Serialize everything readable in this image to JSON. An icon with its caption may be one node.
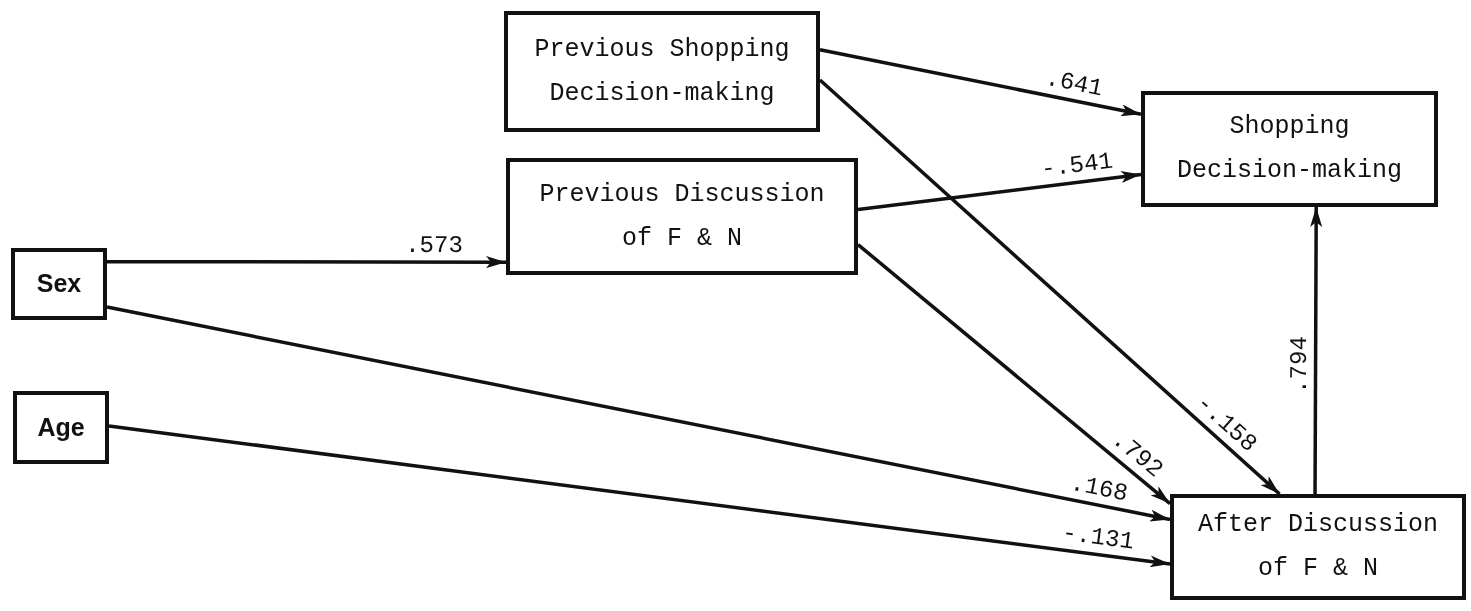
{
  "diagram": {
    "nodes": [
      {
        "text": [
          "Previous Shopping Decision-making"
        ]
      },
      {
        "text": [
          "Shopping Decision-making"
        ]
      },
      {
        "text": [
          "Previous Discussion of F & N"
        ]
      },
      {
        "text": [
          "Sex"
        ]
      },
      {
        "text": [
          "Age"
        ]
      },
      {
        "text": [
          "After Discussion of F & N"
        ]
      }
    ],
    "edges": [
      {
        "from": 0,
        "to": 1,
        "arrow": "to",
        "label": ".641"
      },
      {
        "from": 0,
        "to": 5,
        "arrow": "to",
        "label": "-.158"
      },
      {
        "from": 2,
        "to": 1,
        "arrow": "to",
        "label": "-.541"
      },
      {
        "from": 2,
        "to": 5,
        "arrow": "to",
        "label": ".792"
      },
      {
        "from": 3,
        "to": 2,
        "arrow": "to",
        "label": ".573"
      },
      {
        "from": 3,
        "to": 5,
        "arrow": "to",
        "label": ".168"
      },
      {
        "from": 4,
        "to": 5,
        "arrow": "to",
        "label": "-.131"
      },
      {
        "from": 5,
        "to": 1,
        "arrow": "to",
        "label": ".794"
      }
    ]
  }
}
